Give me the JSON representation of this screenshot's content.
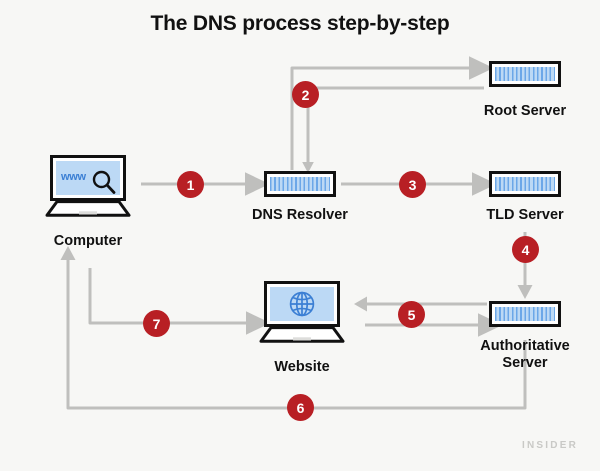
{
  "title": "The DNS process step-by-step",
  "brand": "INSIDER",
  "colors": {
    "background": "#f7f7f5",
    "step_badge": "#b81f24",
    "step_text": "#ffffff",
    "wire": "#bfbfbd",
    "node_outline": "#111111",
    "screen_fill": "#bcd9f5",
    "accent_blue": "#3b7fd4",
    "brand_gray": "#c9c9c6"
  },
  "nodes": [
    {
      "id": "computer",
      "label": "Computer",
      "icon": "laptop-www-icon"
    },
    {
      "id": "dns_resolver",
      "label": "DNS Resolver",
      "icon": "server-icon"
    },
    {
      "id": "root_server",
      "label": "Root Server",
      "icon": "server-icon"
    },
    {
      "id": "tld_server",
      "label": "TLD Server",
      "icon": "server-icon"
    },
    {
      "id": "auth_server",
      "label": "Authoritative\nServer",
      "label_line1": "Authoritative",
      "label_line2": "Server",
      "icon": "server-icon"
    },
    {
      "id": "website",
      "label": "Website",
      "icon": "laptop-globe-icon"
    }
  ],
  "steps": [
    {
      "number": "1",
      "from": "computer",
      "to": "dns_resolver"
    },
    {
      "number": "2",
      "from": "dns_resolver",
      "to": "root_server"
    },
    {
      "number": "3",
      "from": "dns_resolver",
      "to": "tld_server"
    },
    {
      "number": "4",
      "from": "tld_server",
      "to": "auth_server"
    },
    {
      "number": "5",
      "from": "auth_server",
      "to": "website"
    },
    {
      "number": "6",
      "from": "auth_server",
      "to": "computer"
    },
    {
      "number": "7",
      "from": "computer",
      "to": "website"
    }
  ],
  "computer_screen": {
    "text": "www",
    "icon": "magnifier-icon"
  },
  "website_screen": {
    "icon": "globe-icon"
  }
}
